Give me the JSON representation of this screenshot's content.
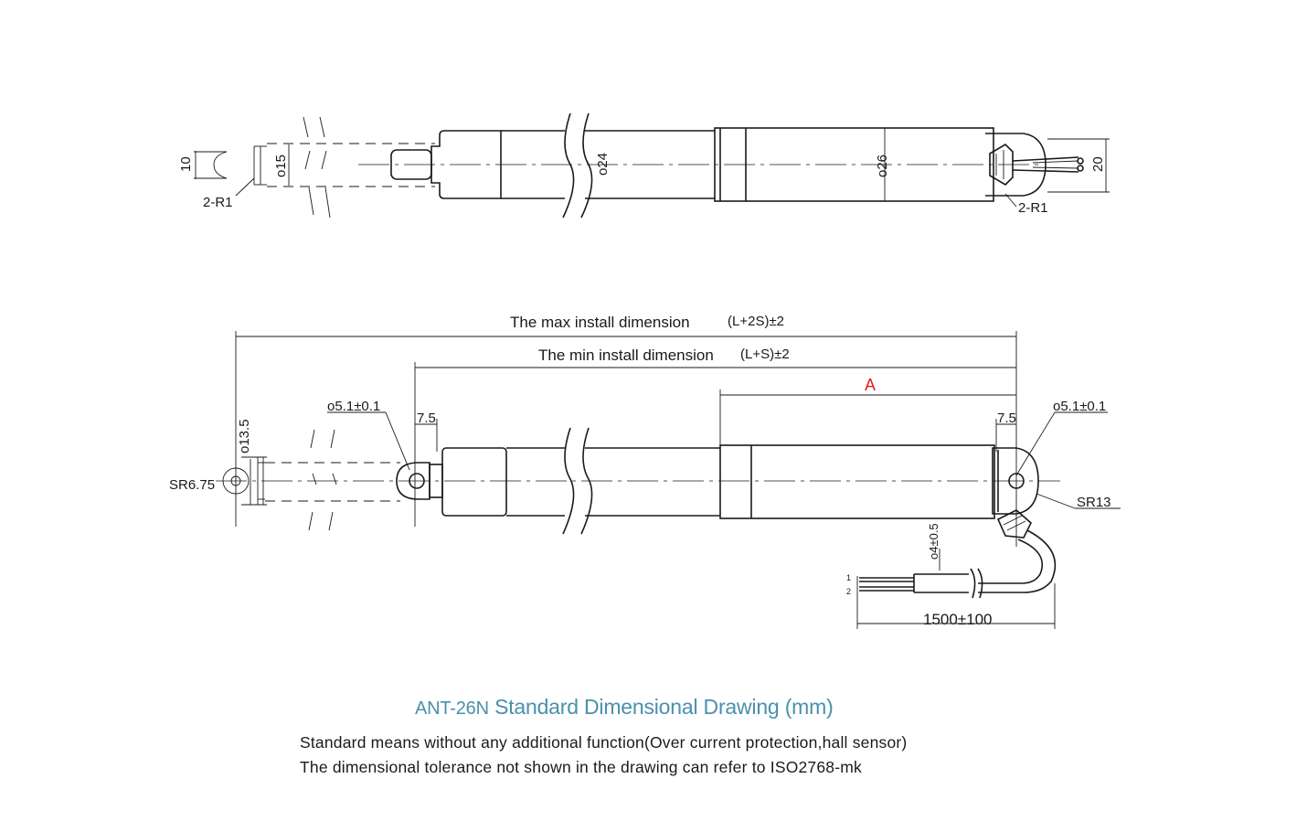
{
  "top_view": {
    "labels": {
      "rod_height": "10",
      "rod_dia": "ο15",
      "left_radius": "2-R1",
      "tube_dia": "ο24",
      "motor_dia": "ο26",
      "right_radius": "2-R1",
      "end_height": "20"
    }
  },
  "side_view": {
    "max_install": {
      "text": "The max install dimension",
      "formula": "(L+2S)±2"
    },
    "min_install": {
      "text": "The min install dimension",
      "formula": "(L+S)±2"
    },
    "dim_a": {
      "text": "A",
      "color": "#e02020"
    },
    "labels": {
      "left_hole": "ο5.1±0.1",
      "left_offset": "7.5",
      "rod_end_dia": "ο13.5",
      "left_sphere": "SR6.75",
      "right_offset": "7.5",
      "right_hole": "ο5.1±0.1",
      "right_sphere": "SR13",
      "cable_dia": "ο4±0.5",
      "cable_length": "1500±100",
      "wire_1": "1",
      "wire_2": "2"
    }
  },
  "caption": {
    "model": "ANT-26N",
    "title": "Standard Dimensional Drawing",
    "unit": "(mm)",
    "title_color": "#4a90ad",
    "note1": "Standard means without any additional function(Over current protection,hall sensor)",
    "note2": "The dimensional tolerance not shown in the drawing can refer to ISO2768-mk"
  }
}
